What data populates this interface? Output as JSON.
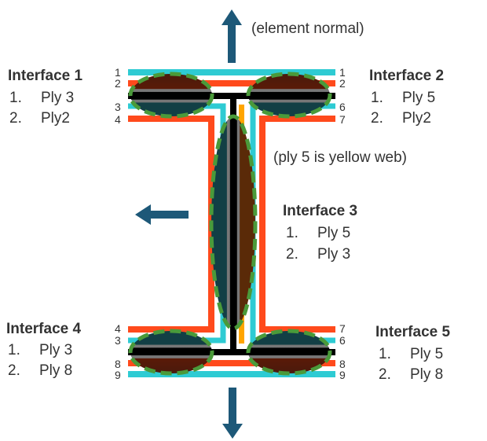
{
  "normal_label": "(element normal)",
  "web_note": "(ply 5 is yellow web)",
  "interfaces": [
    {
      "title": "Interface 1",
      "items": [
        "Ply 3",
        "Ply2"
      ]
    },
    {
      "title": "Interface 2",
      "items": [
        "Ply 5",
        "Ply2"
      ]
    },
    {
      "title": "Interface 3",
      "items": [
        "Ply 5",
        "Ply 3"
      ]
    },
    {
      "title": "Interface 4",
      "items": [
        "Ply 3",
        "Ply 8"
      ]
    },
    {
      "title": "Interface 5",
      "items": [
        "Ply 5",
        "Ply 8"
      ]
    }
  ],
  "item_numbers": [
    "1.",
    "2."
  ],
  "ply_numbers": {
    "top_left": [
      "1",
      "2",
      "3",
      "4"
    ],
    "top_right": [
      "1",
      "2",
      "6",
      "7"
    ],
    "bottom_left": [
      "4",
      "3",
      "8",
      "9"
    ],
    "bottom_right": [
      "7",
      "6",
      "8",
      "9"
    ]
  },
  "colors": {
    "cyan": "#2ecbd3",
    "red": "#ff4a1c",
    "black": "#000000",
    "yellow": "#ffa500",
    "arrow": "#1d5878",
    "dash": "#4a9a3a"
  }
}
